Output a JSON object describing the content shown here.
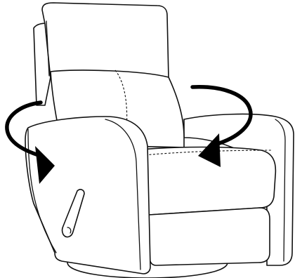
{
  "figure": {
    "subject": "swivel-recliner-chair",
    "style": "black line drawing on white",
    "colors": {
      "background": "#ffffff",
      "line": "#111111",
      "arrow": "#000000"
    },
    "arrows": {
      "count": 2,
      "meaning": "swivel rotation",
      "icons": [
        "rotate-arrow-left",
        "rotate-arrow-right"
      ]
    }
  }
}
